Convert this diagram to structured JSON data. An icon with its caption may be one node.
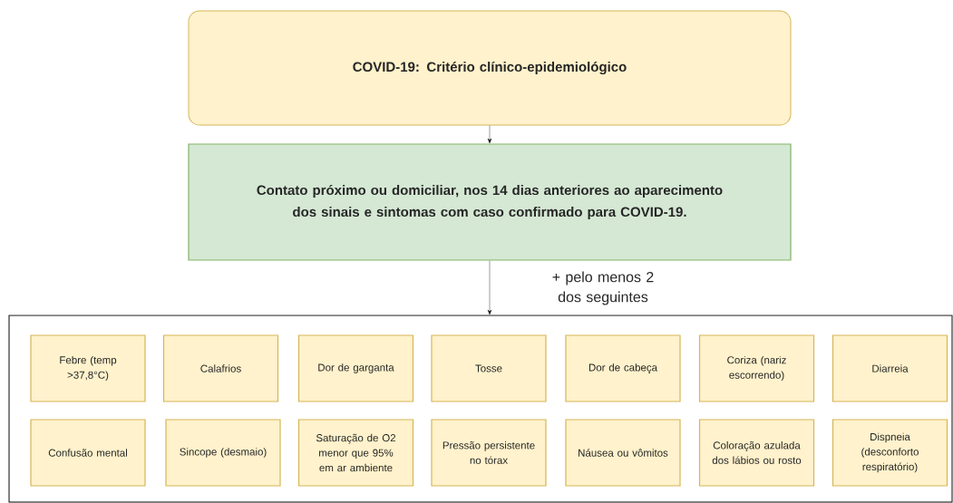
{
  "diagram": {
    "nodes": [
      {
        "text": [
          "COVID-19: Critério clínico-epidemiológico"
        ]
      },
      {
        "text": [
          "Contato próximo ou domiciliar, nos 14 dias anteriores ao aparecimento dos sinais e sintomas com caso confirmado para COVID-19."
        ]
      },
      {
        "text": [],
        "shape": "box"
      },
      {
        "text": [
          "Febre (temp >37,8°C)"
        ],
        "in": 2
      },
      {
        "text": [
          "Calafrios"
        ],
        "in": 2
      },
      {
        "text": [
          "Dor de garganta"
        ],
        "in": 2
      },
      {
        "text": [
          "Tosse"
        ],
        "in": 2
      },
      {
        "text": [
          "Dor de cabeça"
        ],
        "in": 2
      },
      {
        "text": [
          "Coriza (nariz escorrendo)"
        ],
        "in": 2
      },
      {
        "text": [
          "Diarreia"
        ],
        "in": 2
      },
      {
        "text": [
          "Confusão mental"
        ],
        "in": 2
      },
      {
        "text": [
          "Sincope (desmaio)"
        ],
        "in": 2
      },
      {
        "text": [
          "Saturação de O2 menor que 95% em ar ambiente"
        ],
        "in": 2
      },
      {
        "text": [
          "Pressão persistente no tórax"
        ],
        "in": 2
      },
      {
        "text": [
          "Náusea ou vômitos"
        ],
        "in": 2
      },
      {
        "text": [
          "Coloração azulada dos lábios ou rosto"
        ],
        "in": 2
      },
      {
        "text": [
          "Dispneia (desconforto respiratório)"
        ],
        "in": 2
      }
    ],
    "edges": [
      {
        "from": 0,
        "to": 1,
        "arrow": "to"
      },
      {
        "from": 1,
        "to": 2,
        "arrow": "to",
        "label": "+ pelo menos 2 dos seguintes"
      }
    ]
  }
}
